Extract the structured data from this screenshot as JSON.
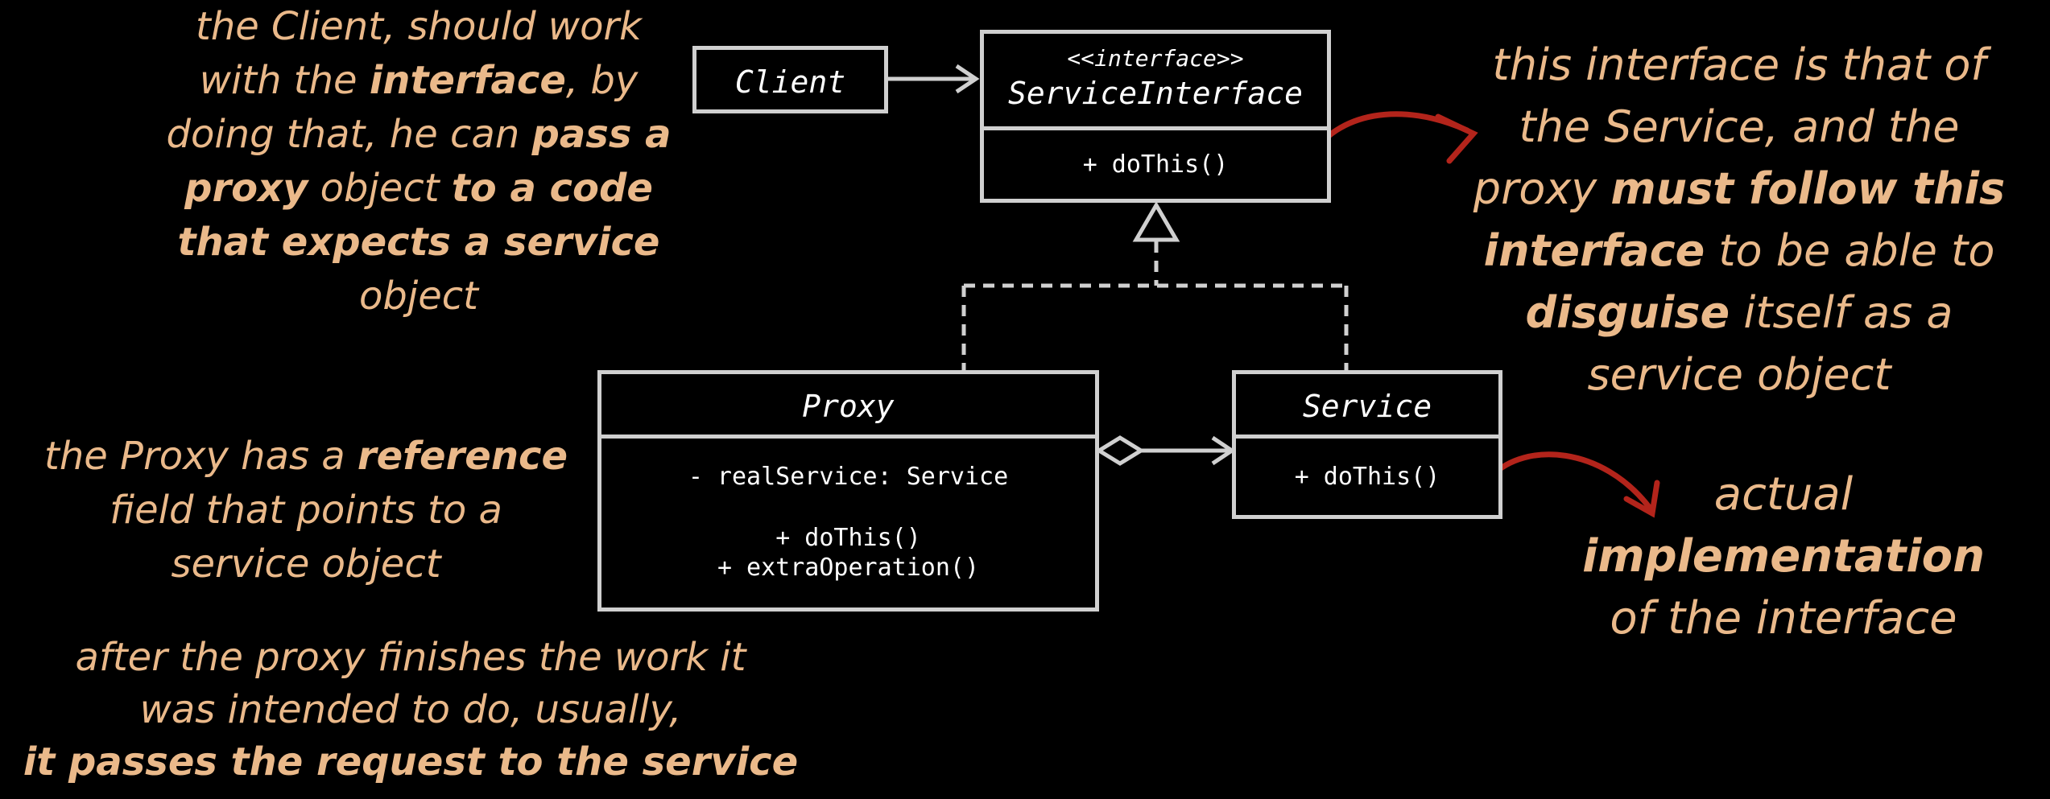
{
  "diagram": {
    "client": {
      "name": "Client"
    },
    "service_interface": {
      "stereotype": "<<interface>>",
      "name": "ServiceInterface",
      "members": [
        "+ doThis()"
      ]
    },
    "proxy": {
      "name": "Proxy",
      "fields": [
        "- realService: Service"
      ],
      "methods": [
        "+ doThis()",
        "+ extraOperation()"
      ]
    },
    "service": {
      "name": "Service",
      "members": [
        "+ doThis()"
      ]
    }
  },
  "notes": {
    "client_note": {
      "lines": [
        [
          {
            "t": "the Client, should work",
            "b": false
          }
        ],
        [
          {
            "t": "with the ",
            "b": false
          },
          {
            "t": "interface",
            "b": true
          },
          {
            "t": ", by",
            "b": false
          }
        ],
        [
          {
            "t": "doing that, he can ",
            "b": false
          },
          {
            "t": "pass a",
            "b": true
          }
        ],
        [
          {
            "t": "proxy",
            "b": true
          },
          {
            "t": " object ",
            "b": false
          },
          {
            "t": "to a code",
            "b": true
          }
        ],
        [
          {
            "t": "that expects a service",
            "b": true
          }
        ],
        [
          {
            "t": "object",
            "b": false
          }
        ]
      ]
    },
    "interface_note": {
      "lines": [
        [
          {
            "t": "this interface is that of",
            "b": false
          }
        ],
        [
          {
            "t": "the Service, and the",
            "b": false
          }
        ],
        [
          {
            "t": "proxy ",
            "b": false
          },
          {
            "t": "must follow this",
            "b": true
          }
        ],
        [
          {
            "t": "interface",
            "b": true
          },
          {
            "t": " to be able to",
            "b": false
          }
        ],
        [
          {
            "t": "disguise",
            "b": true
          },
          {
            "t": " itself as a",
            "b": false
          }
        ],
        [
          {
            "t": "service object",
            "b": false
          }
        ]
      ]
    },
    "proxy_note": {
      "lines": [
        [
          {
            "t": "the Proxy has a ",
            "b": false
          },
          {
            "t": "reference",
            "b": true
          }
        ],
        [
          {
            "t": "field that points to a",
            "b": false
          }
        ],
        [
          {
            "t": "service object",
            "b": false
          }
        ]
      ]
    },
    "service_note": {
      "lines": [
        [
          {
            "t": "actual",
            "b": false
          }
        ],
        [
          {
            "t": "implementation",
            "b": true
          }
        ],
        [
          {
            "t": "of the interface",
            "b": false
          }
        ]
      ]
    },
    "work_note": {
      "lines": [
        [
          {
            "t": "after the proxy  finishes the work it",
            "b": false
          }
        ],
        [
          {
            "t": "was intended  to do, usually,",
            "b": false
          }
        ],
        [
          {
            "t": "it passes the request to the service",
            "b": true
          }
        ]
      ]
    }
  },
  "colors": {
    "background": "#000000",
    "lines": "#d0d0d0",
    "note_text": "#eab98a",
    "arrow_red": "#b3241b"
  }
}
